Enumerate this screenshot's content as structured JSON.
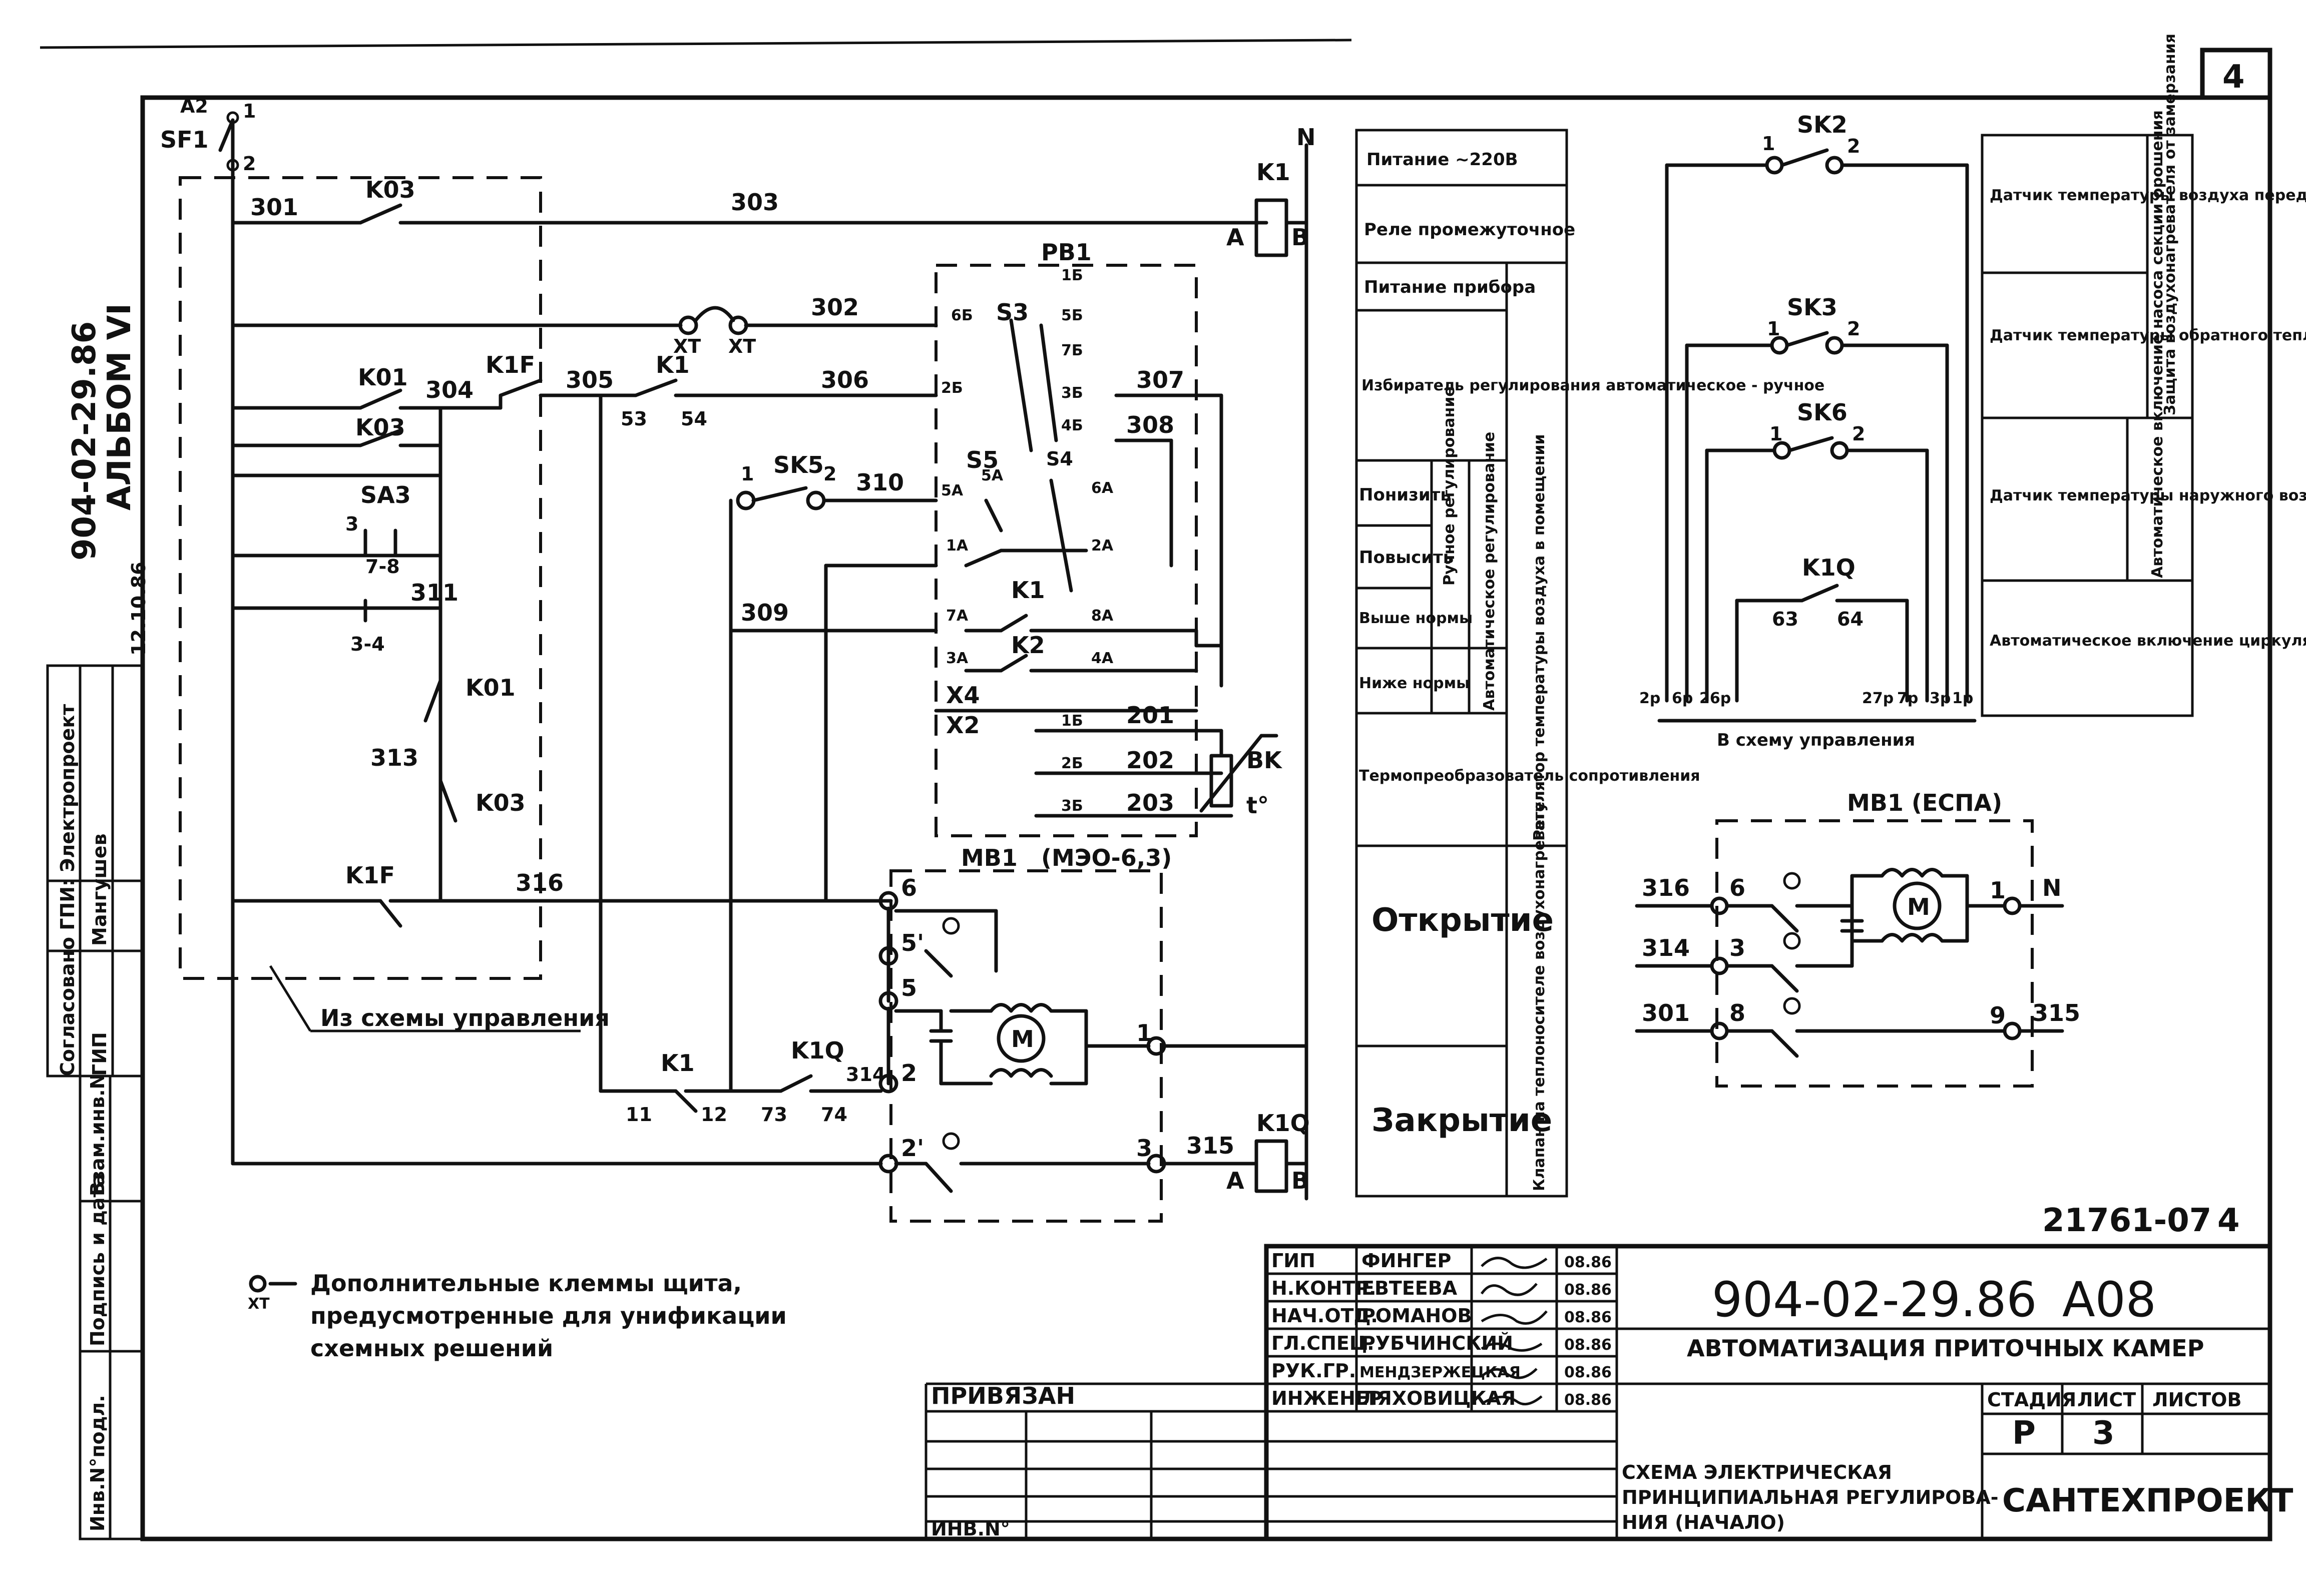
{
  "sheet_number": "4",
  "drawing_stamp": "21761-07",
  "drawing_stamp_sheet": "4",
  "side_margin": {
    "doc_code": "904-02-29.86",
    "album": "АЛЬБОМ VI",
    "agreed": "Согласовано ГПИ: Электропроект",
    "gip_label": "ГИП",
    "gip_name": "Мангушев",
    "signature_date": "12.10.86",
    "vzam_inv": "Взам.инв.N",
    "podp_data": "Подпись и дата",
    "inv_podl": "Инв.N°подл."
  },
  "left_circuit": {
    "sf1": "SF1",
    "a2": "A2",
    "n1": "1",
    "n2": "2",
    "N": "N",
    "k03_top": "K03",
    "w301": "301",
    "w303": "303",
    "k1": "K1",
    "a": "A",
    "b": "B",
    "pb1": "PB1",
    "s3": "S3",
    "w302": "302",
    "xt1": "XT",
    "xt2": "XT",
    "k01": "K01",
    "w304": "304",
    "k1f": "K1F",
    "w305": "305",
    "k1b": "K1",
    "c53": "53",
    "c54": "54",
    "w306": "306",
    "w307": "307",
    "w308": "308",
    "k03b": "K03",
    "sa3": "SA3",
    "p3": "3",
    "p78": "7-8",
    "p34": "3-4",
    "w311": "311",
    "sk5": "SK5",
    "sk5_1": "1",
    "sk5_2": "2",
    "w310": "310",
    "s5": "S5",
    "w309": "309",
    "k1c": "K1",
    "k2": "K2",
    "k01b": "K01",
    "w313": "313",
    "k03c": "K03",
    "x4": "X4",
    "x2": "X2",
    "w201": "201",
    "w202": "202",
    "w203": "203",
    "bk": "BK",
    "t": "t°",
    "k1f_b": "K1F",
    "w316": "316",
    "mb1": "MB1",
    "mb1_type": "(МЭО-6,3)",
    "t6": "6",
    "t5p": "5'",
    "t5": "5",
    "m": "M",
    "t1": "1",
    "t2": "2",
    "t2p": "2'",
    "t3": "3",
    "k1d": "K1",
    "c11": "11",
    "c12": "12",
    "k1q": "K1Q",
    "c73": "73",
    "c74": "74",
    "w314": "314",
    "w315": "315",
    "k1q_coil": "K1Q",
    "a2b": "A",
    "b2": "B",
    "from_control": "Из схемы управления",
    "pins": [
      "1Б",
      "5Б",
      "7Б",
      "3Б",
      "4Б",
      "6Б",
      "2Б",
      "5А",
      "6А",
      "1А",
      "2А",
      "7А",
      "8А",
      "3А",
      "4А",
      "1Б",
      "2Б",
      "3Б",
      "5А"
    ],
    "s4": "S4"
  },
  "function_table": [
    "Питание ~220В",
    "Реле промежуточное",
    "Питание прибора",
    "Избиратель регулирования автоматическое - ручное",
    "Понизить",
    "Повысить",
    "Выше нормы",
    "Ниже нормы",
    "Ручное регулирование",
    "Автоматическое регулирование",
    "Регулятор температуры воздуха в помещении",
    "Термопреобразователь сопротивления",
    "Открытие",
    "Закрытие",
    "Клапан на теплоносителе воздухонагревателя"
  ],
  "right_circuit": {
    "sk2": "SK2",
    "sk3": "SK3",
    "sk6": "SK6",
    "k1q": "K1Q",
    "c1": "1",
    "c2": "2",
    "c63": "63",
    "c64": "64",
    "terms": [
      "2р",
      "6р",
      "26р",
      "27р",
      "7р",
      "3р",
      "1р"
    ],
    "to_control": "В схему управления",
    "mb1": "MB1 (ЕСПА)",
    "w316": "316",
    "w314": "314",
    "w301": "301",
    "w315": "315",
    "t6": "6",
    "t3": "3",
    "t8": "8",
    "t1": "1",
    "t9": "9",
    "N": "N",
    "m": "M"
  },
  "sensor_table": [
    "Датчик температуры воздуха перед воздухонагревателем",
    "Датчик температуры обратного теплоносителя",
    "Датчик температуры наружного воздуха",
    "Автоматическое включение циркуляционного насоса теплоносителя",
    "Защита воздухонагревателя от замерзания",
    "Автоматическое включение насоса секции орошения"
  ],
  "legend": {
    "symbol": "XT",
    "line1": "Дополнительные клеммы щита,",
    "line2": "предусмотренные для унификации",
    "line3": "схемных решений"
  },
  "title_block": {
    "roles": [
      "ГИП",
      "Н.КОНТР.",
      "НАЧ.ОТД.",
      "ГЛ.СПЕЦ.",
      "РУК.ГР.",
      "ИНЖЕНЕР"
    ],
    "names": [
      "ФИНГЕР",
      "ЕВТЕЕВА",
      "РОМАНОВ",
      "РУБЧИНСКИЙ",
      "МЕНДЗЕРЖЕЦКАЯ",
      "ЛЯХОВИЦКАЯ"
    ],
    "dates": [
      "08.86",
      "08.86",
      "08.86",
      "08.86",
      "08.86",
      "08.86"
    ],
    "privyazan": "ПРИВЯЗАН",
    "inv_no": "ИНВ.N°",
    "code": "904-02-29.86",
    "code_suffix": "А08",
    "project": "АВТОМАТИЗАЦИЯ ПРИТОЧНЫХ КАМЕР",
    "stage_label": "СТАДИЯ",
    "sheet_label": "ЛИСТ",
    "sheets_label": "ЛИСТОВ",
    "stage": "Р",
    "sheet": "3",
    "sheets": "",
    "sheet_title_1": "СХЕМА ЭЛЕКТРИЧЕСКАЯ",
    "sheet_title_2": "ПРИНЦИПИАЛЬНАЯ РЕГУЛИРОВА-",
    "sheet_title_3": "НИЯ (НАЧАЛО)",
    "org": "САНТЕХПРОЕКТ"
  }
}
